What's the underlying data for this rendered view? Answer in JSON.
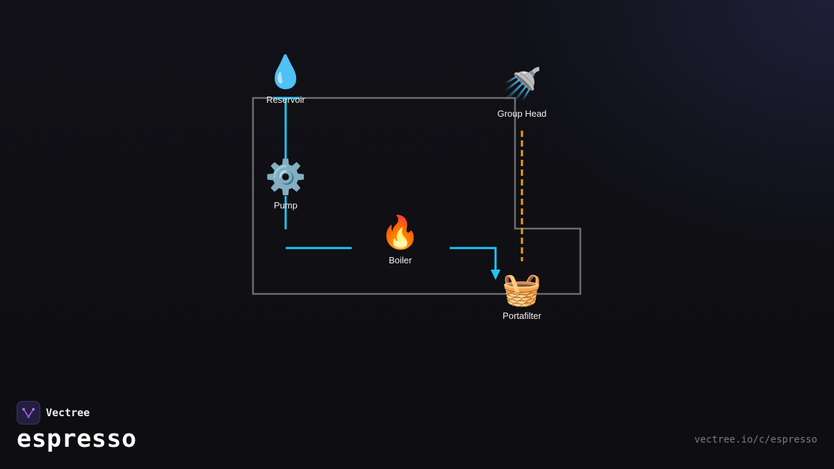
{
  "diagram": {
    "nodes": {
      "reservoir": {
        "label": "Reservoir",
        "icon": "droplet-icon",
        "glyph": "💧"
      },
      "pump": {
        "label": "Pump",
        "icon": "gear-icon",
        "glyph": "⚙️"
      },
      "boiler": {
        "label": "Boiler",
        "icon": "fire-icon",
        "glyph": "🔥"
      },
      "group_head": {
        "label": "Group Head",
        "icon": "shower-icon",
        "glyph": "🚿"
      },
      "portafilter": {
        "label": "Portafilter",
        "icon": "basket-icon",
        "glyph": "🧺"
      }
    },
    "edges": [
      {
        "from": "reservoir",
        "to": "pump",
        "style": "solid"
      },
      {
        "from": "pump",
        "to": "boiler",
        "style": "solid"
      },
      {
        "from": "boiler",
        "to": "portafilter",
        "style": "solid",
        "arrow": true
      },
      {
        "from": "group_head",
        "to": "portafilter",
        "style": "dashed"
      }
    ],
    "colors": {
      "water_flow": "#1ec8f5",
      "dashed_flow": "#f39c12",
      "enclosure": "#6e6e72"
    }
  },
  "branding": {
    "brand_name": "Vectree",
    "title": "espresso",
    "url": "vectree.io/c/espresso",
    "logo_color": "#a060e8"
  }
}
